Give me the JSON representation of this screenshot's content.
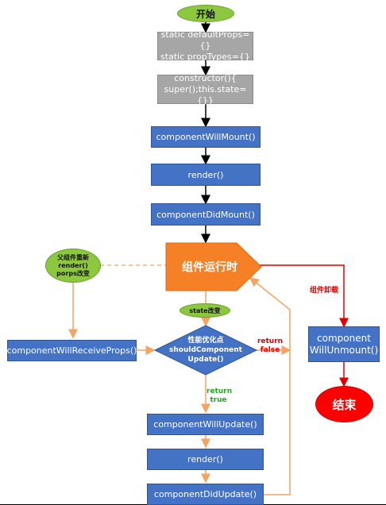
{
  "start": "开始",
  "static_block": "static defaultProps={}\nstatic propTypes={}",
  "constructor_block": "constructor(){\nsuper();this.state={}}",
  "will_mount": "componentWillMount()",
  "render_1": "render()",
  "did_mount": "componentDidMount()",
  "runtime": "组件运行时",
  "parent_rerender": "父组件重新\nrender()\nporps改变",
  "state_change": "state改变",
  "will_receive_props": "componentWillReceiveProps()",
  "decision": "性能优化点\nshouldComponent\nUpdate()",
  "return_false": "return\nfalse",
  "return_true": "return\ntrue",
  "unmount_label": "组件卸载",
  "will_unmount": "component\nWillUnmount()",
  "end": "结束",
  "will_update": "componentWillUpdate()",
  "render_2": "render()",
  "did_update": "componentDidUpdate()",
  "colors": {
    "blue": "#4472c4",
    "gray": "#a6a6a6",
    "orange": "#f58025",
    "green": "#8dc63f",
    "red": "#ff0000",
    "arrow_orange": "#f4a460"
  }
}
